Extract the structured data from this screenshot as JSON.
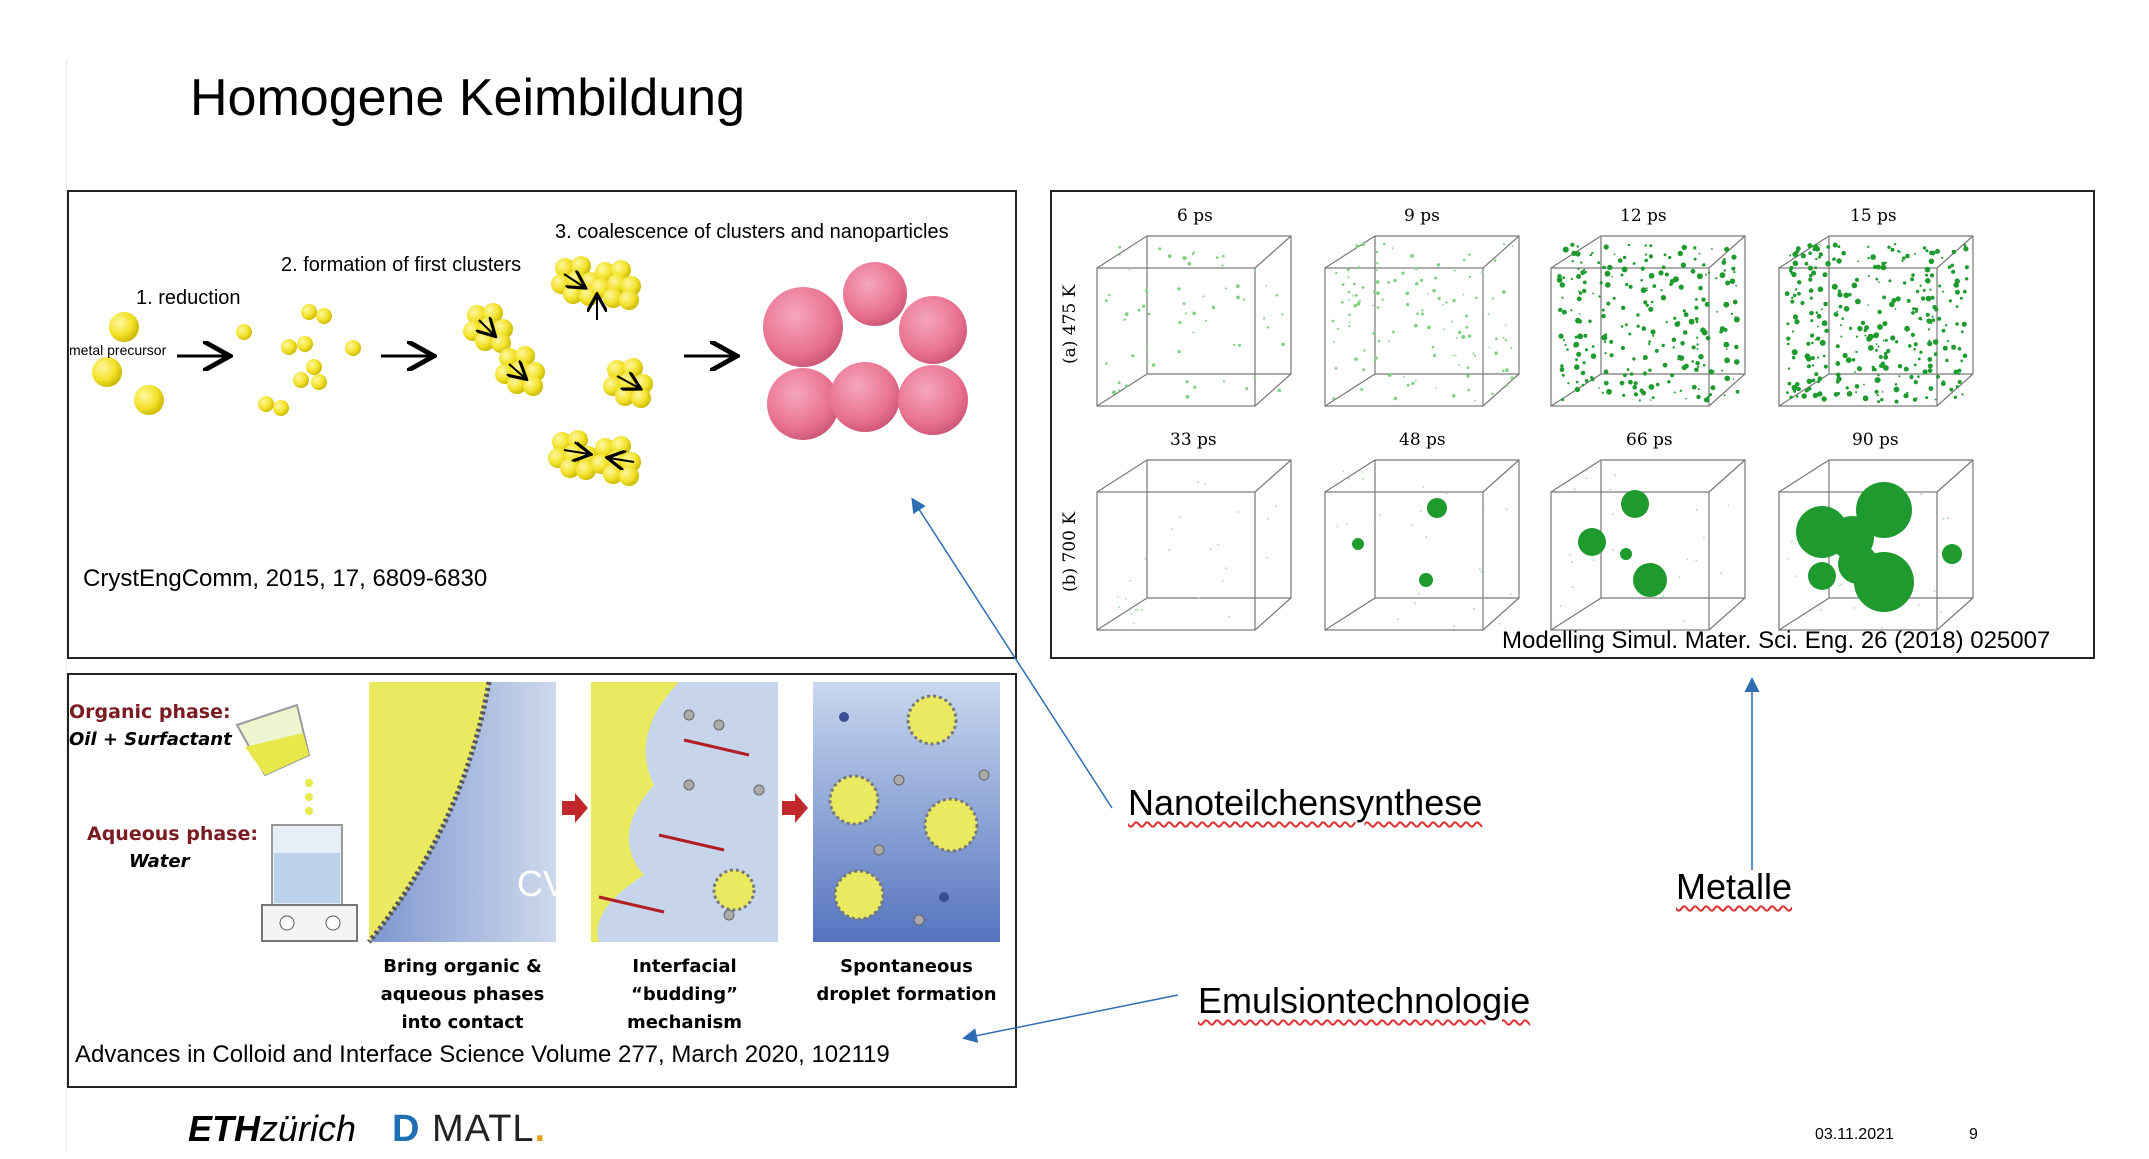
{
  "slide": {
    "title": "Homogene Keimbildung",
    "date": "03.11.2021",
    "page_number": "9"
  },
  "panel_synthesis": {
    "step1": "1. reduction",
    "step2": "2. formation of first clusters",
    "step3": "3. coalescence of clusters and nanoparticles",
    "precursor": "metal precursor",
    "citation": "CrystEngComm, 2015, 17, 6809-6830"
  },
  "panel_simulation": {
    "row_a_label": "(a) 475 K",
    "row_b_label": "(b) 700 K",
    "row_a_times": [
      "6 ps",
      "9 ps",
      "12 ps",
      "15 ps"
    ],
    "row_b_times": [
      "33 ps",
      "48 ps",
      "66 ps",
      "90 ps"
    ],
    "citation": "Modelling Simul. Mater. Sci. Eng. 26 (2018) 025007"
  },
  "panel_emulsion": {
    "organic_title": "Organic phase:",
    "organic_sub": "Oil + Surfactant",
    "aqueous_title": "Aqueous phase:",
    "aqueous_sub": "Water",
    "caption1_l1": "Bring organic &",
    "caption1_l2": "aqueous phases",
    "caption1_l3": "into contact",
    "caption2_l1": "Interfacial “budding”",
    "caption2_l2": "mechanism",
    "caption3_l1": "Spontaneous",
    "caption3_l2": "droplet formation",
    "overlay_text": "CV",
    "citation": "Advances in Colloid and Interface Science Volume 277, March 2020, 102119"
  },
  "labels": {
    "nanoparticle": "Nanoteilchensynthese",
    "metals": "Metalle",
    "emulsion": "Emulsiontechnologie"
  },
  "logos": {
    "eth_bold": "ETH",
    "eth_rest": "zürich",
    "dmatl_d": "D",
    "dmatl_rest": "MATL"
  },
  "colors": {
    "accent_blue": "#2f6db3",
    "dmatl_blue": "#1f6fb3",
    "dmatl_dot": "#e8a21c"
  }
}
